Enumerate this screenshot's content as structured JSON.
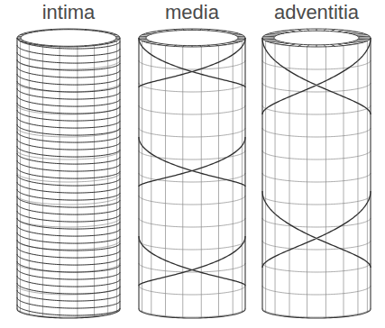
{
  "diagram": {
    "labels": [
      "intima",
      "media",
      "adventitia"
    ]
  }
}
